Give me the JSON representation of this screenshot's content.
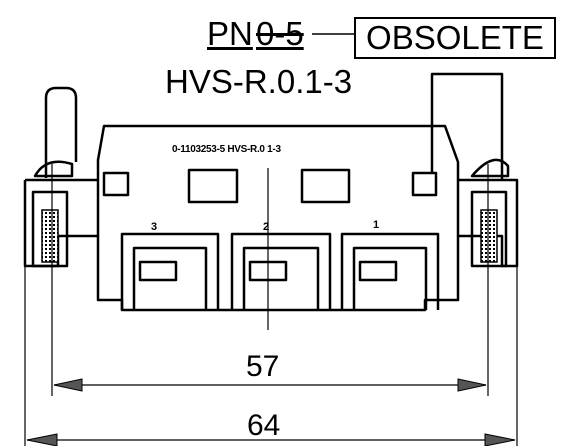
{
  "title_block": {
    "pn_label": "PN",
    "pn_old_value": "0-5",
    "status": "OBSOLETE",
    "part_code": "HVS-R.0.1-3"
  },
  "connector": {
    "body_marking": "0-1103253-5 HVS-R.0 1-3",
    "pin_labels": {
      "pin3": "3",
      "pin2": "2",
      "pin1": "1"
    }
  },
  "dimensions": {
    "inner": "57",
    "outer": "64"
  },
  "colors": {
    "line": "#000000",
    "background": "#ffffff"
  }
}
